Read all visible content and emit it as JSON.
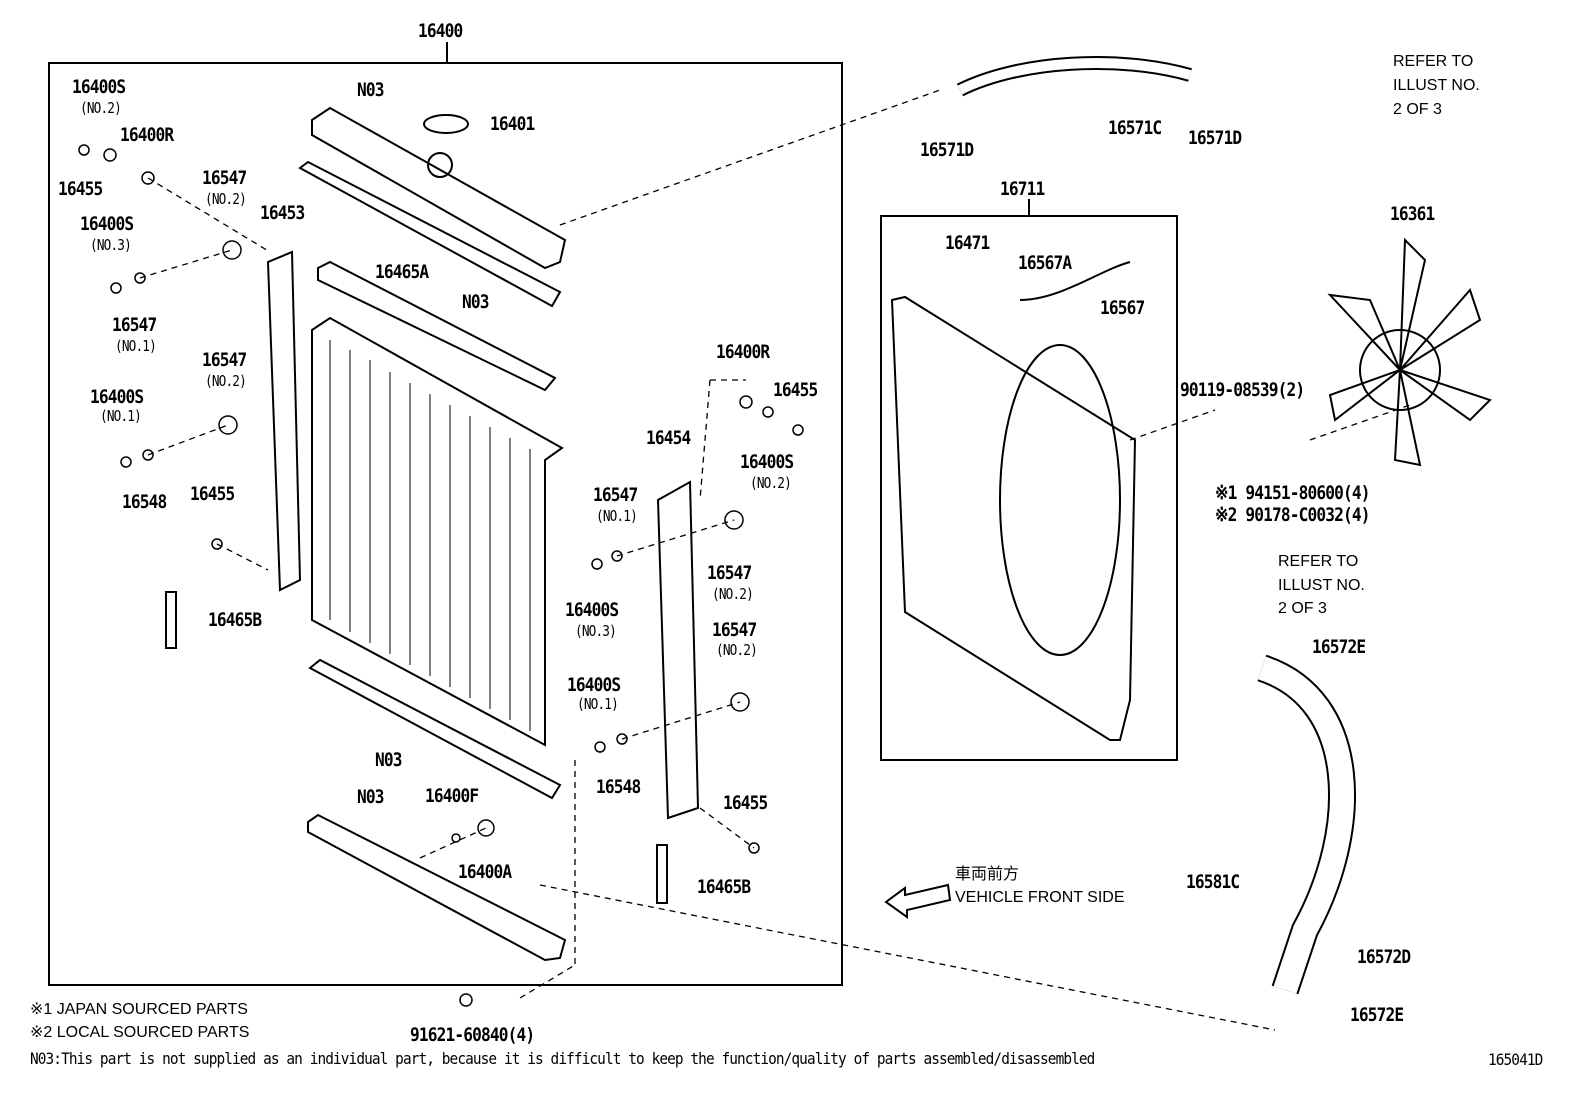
{
  "labels": [
    "16400",
    "16400S",
    "(NO.2)",
    "16400R",
    "16455",
    "16547",
    "(NO.2)",
    "16453",
    "16400S",
    "(NO.3)",
    "16547",
    "(NO.1)",
    "16547",
    "(NO.2)",
    "16400S",
    "(NO.1)",
    "16548",
    "16455",
    "16465B",
    "N03",
    "16401",
    "16465A",
    "N03",
    "N03",
    "N03",
    "16400F",
    "16400A",
    "16400R",
    "16455",
    "16400S",
    "(NO.2)",
    "16454",
    "16547",
    "(NO.1)",
    "16547",
    "(NO.2)",
    "16400S",
    "(NO.3)",
    "16547",
    "(NO.2)",
    "16400S",
    "(NO.1)",
    "16548",
    "16455",
    "16465B",
    "91621-60840(4)",
    "16571D",
    "16571C",
    "16571D",
    "REFER TO",
    "ILLUST NO.",
    "2 OF 3",
    "16711",
    "16471",
    "16567A",
    "16567",
    "16361",
    "90119-08539(2)",
    "※1 94151-80600(4)",
    "※2 90178-C0032(4)",
    "REFER TO",
    "ILLUST NO.",
    "2 OF 3",
    "16572E",
    "16581C",
    "16572D",
    "16572E",
    "車両前方",
    "VEHICLE FRONT SIDE"
  ],
  "notes": {
    "japan": "※1 JAPAN SOURCED PARTS",
    "local": "※2 LOCAL SOURCED PARTS",
    "n03": "N03:This part is not supplied as an individual part, because it is difficult to keep the function/quality of parts assembled/disassembled",
    "illustration_id": "165041D"
  }
}
